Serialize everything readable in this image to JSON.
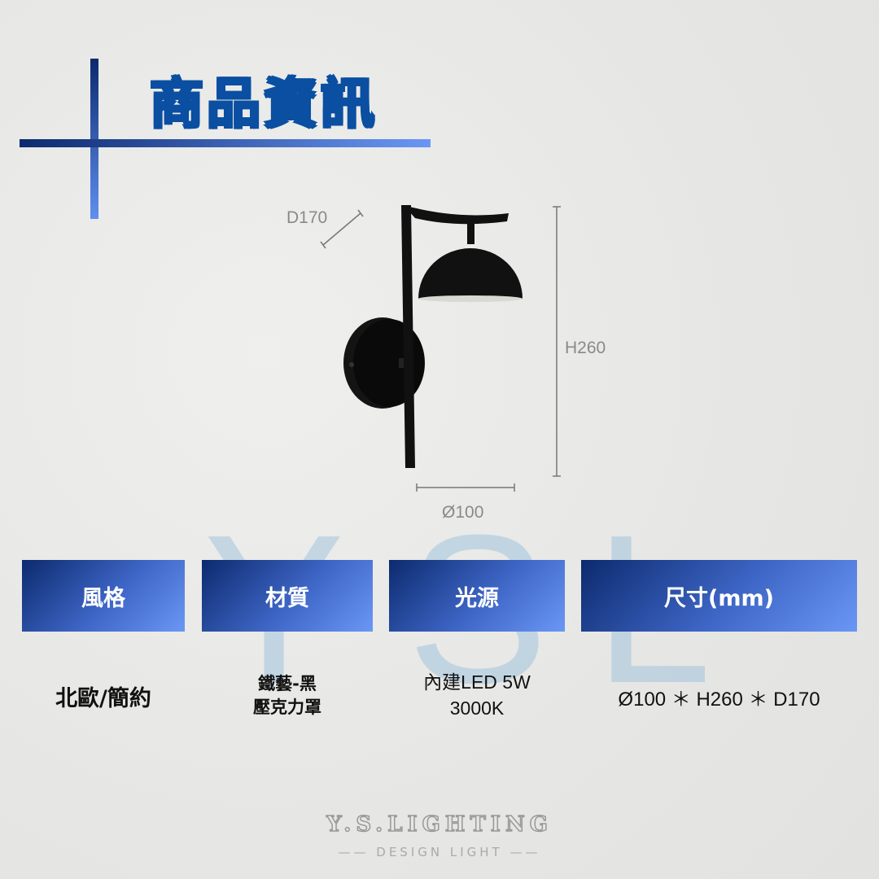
{
  "title": "商品資訊",
  "watermark": {
    "letters": [
      "Y",
      "S",
      "L"
    ],
    "color": "#78afd7"
  },
  "dimensions": {
    "depth": "D170",
    "height": "H260",
    "diameter": "Ø100"
  },
  "specs": [
    {
      "header": "風格",
      "value_lines": [
        "北歐/簡約"
      ]
    },
    {
      "header": "材質",
      "value_lines": [
        "鐵藝-黑",
        "壓克力罩"
      ]
    },
    {
      "header": "光源",
      "value_lines": [
        "內建LED 5W",
        "3000K"
      ]
    },
    {
      "header": "尺寸(mm)",
      "value_lines": [
        "Ø100 ＊ H260 ＊ D170"
      ]
    }
  ],
  "brand": {
    "name": "Y.S.LIGHTING",
    "tagline": "DESIGN LIGHT"
  },
  "colors": {
    "accent_dark": "#0c2a6e",
    "accent_light": "#6a97f5",
    "title": "#0a4fa2"
  }
}
